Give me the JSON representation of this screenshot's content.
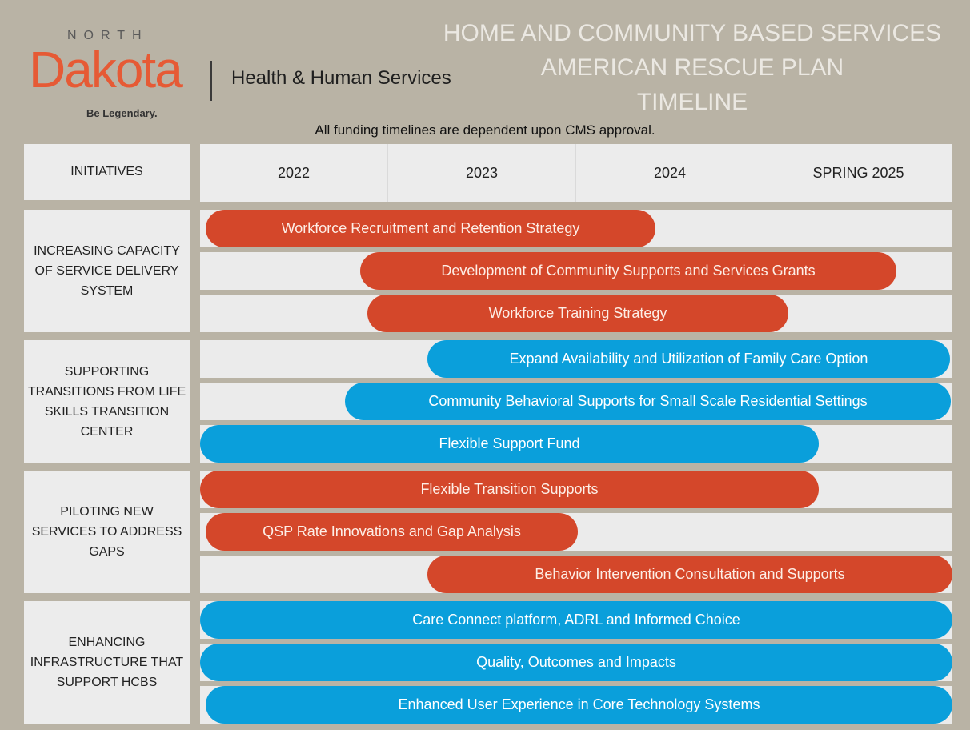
{
  "logo": {
    "north": "NORTH",
    "dakota": "Dakota",
    "tagline": "Be Legendary."
  },
  "department": "Health & Human Services",
  "title": {
    "line1": "HOME AND COMMUNITY BASED SERVICES",
    "line2": "AMERICAN RESCUE PLAN",
    "line3": "TIMELINE"
  },
  "note": "All funding timelines are dependent upon CMS approval.",
  "colors": {
    "background": "#b9b3a5",
    "cell": "#ececec",
    "orange": "#d4472a",
    "blue": "#0a9fdb",
    "logo": "#e65a35"
  },
  "chart_data": {
    "type": "bar",
    "orientation": "horizontal",
    "initiatives_header": "INITIATIVES",
    "columns": [
      "2022",
      "2023",
      "2024",
      "SPRING 2025"
    ],
    "x_range": [
      2022,
      2026
    ],
    "groups": [
      {
        "name": "INCREASING CAPACITY OF SERVICE DELIVERY SYSTEM",
        "tasks": [
          {
            "label": "Workforce Recruitment and Retention Strategy",
            "start": 2022.03,
            "end": 2024.42,
            "color": "#d4472a",
            "tone": "orange"
          },
          {
            "label": "Development of Community Supports and Services Grants",
            "start": 2022.85,
            "end": 2025.7,
            "color": "#d4472a",
            "tone": "orange"
          },
          {
            "label": "Workforce Training Strategy",
            "start": 2022.89,
            "end": 2025.13,
            "color": "#d4472a",
            "tone": "orange"
          }
        ]
      },
      {
        "name": "SUPPORTING TRANSITIONS FROM LIFE SKILLS TRANSITION CENTER",
        "tasks": [
          {
            "label": "Expand Availability and Utilization of Family Care Option",
            "start": 2023.21,
            "end": 2025.99,
            "color": "#0a9fdb",
            "tone": "blue"
          },
          {
            "label": "Community Behavioral Supports for Small Scale Residential Settings",
            "start": 2022.77,
            "end": 2025.99,
            "color": "#0a9fdb",
            "tone": "blue"
          },
          {
            "label": "Flexible Support Fund",
            "start": 2022.0,
            "end": 2025.29,
            "color": "#0a9fdb",
            "tone": "blue"
          }
        ]
      },
      {
        "name": "PILOTING NEW SERVICES TO ADDRESS GAPS",
        "tasks": [
          {
            "label": "Flexible Transition Supports",
            "start": 2022.0,
            "end": 2025.29,
            "color": "#d4472a",
            "tone": "orange"
          },
          {
            "label": "QSP Rate Innovations and Gap Analysis",
            "start": 2022.03,
            "end": 2024.01,
            "color": "#d4472a",
            "tone": "orange"
          },
          {
            "label": "Behavior Intervention Consultation and Supports",
            "start": 2023.21,
            "end": 2026.0,
            "color": "#d4472a",
            "tone": "orange"
          }
        ]
      },
      {
        "name": "ENHANCING INFRASTRUCTURE THAT SUPPORT HCBS",
        "tasks": [
          {
            "label": "Care Connect platform, ADRL and Informed Choice",
            "start": 2022.0,
            "end": 2026.0,
            "color": "#0a9fdb",
            "tone": "blue"
          },
          {
            "label": "Quality, Outcomes and Impacts",
            "start": 2022.0,
            "end": 2026.0,
            "color": "#0a9fdb",
            "tone": "blue"
          },
          {
            "label": "Enhanced User Experience in Core Technology Systems",
            "start": 2022.03,
            "end": 2026.0,
            "color": "#0a9fdb",
            "tone": "blue"
          }
        ]
      }
    ]
  }
}
